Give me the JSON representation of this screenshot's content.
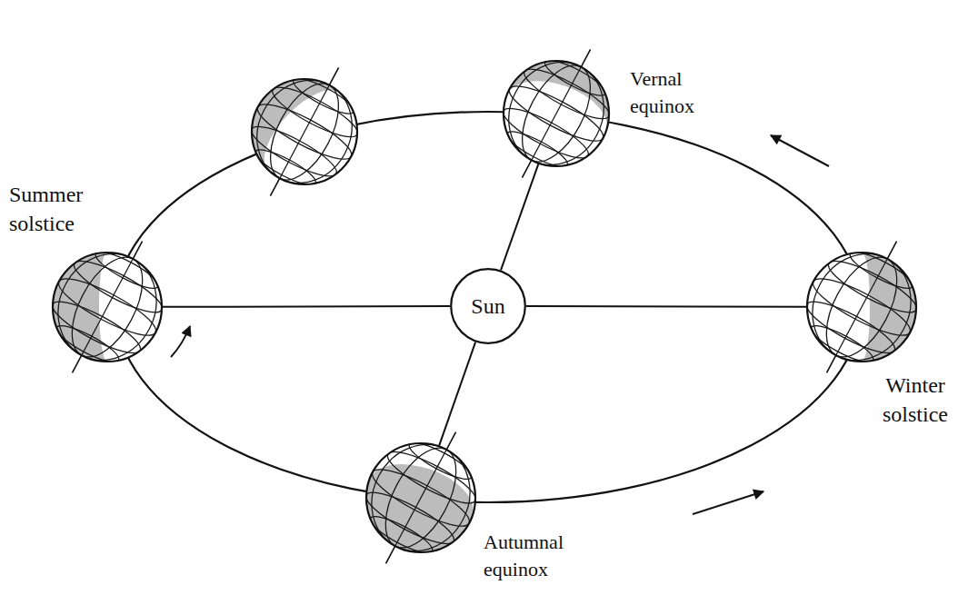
{
  "diagram": {
    "nodes": [
      {
        "text": [
          "Vernal equinox"
        ]
      },
      {
        "text": [
          "Summer solstice"
        ]
      },
      {
        "text": [
          "Sun"
        ]
      },
      {
        "text": [
          "Winter solstice"
        ]
      },
      {
        "text": [
          "Autumnal equinox"
        ]
      }
    ],
    "edges": [
      {
        "from": 2,
        "to": 1,
        "arrow": "none"
      },
      {
        "from": 2,
        "to": 0,
        "arrow": "none"
      },
      {
        "from": 2,
        "to": 3,
        "arrow": "none"
      },
      {
        "from": 2,
        "to": 4,
        "arrow": "none"
      }
    ]
  }
}
